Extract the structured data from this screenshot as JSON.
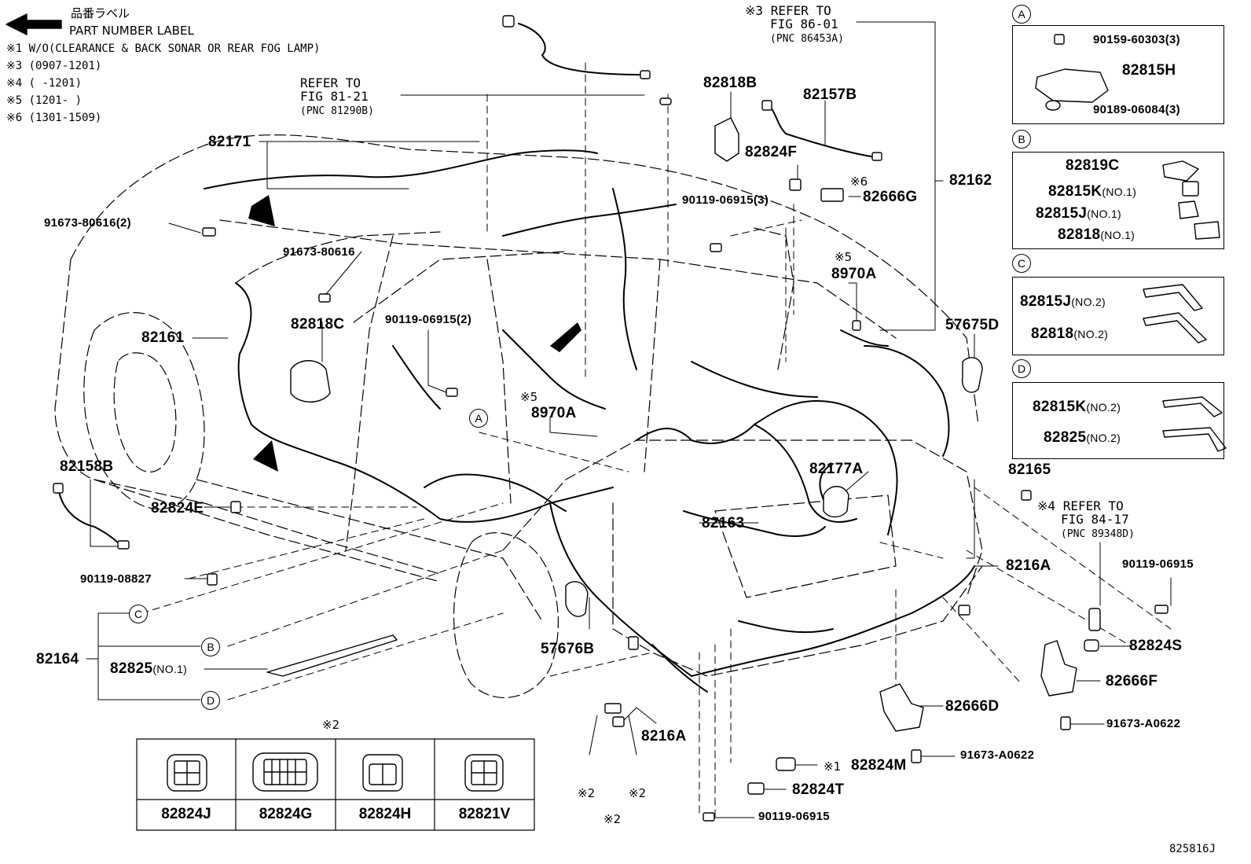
{
  "header": {
    "label_jp": "品番ラベル",
    "label_en": "PART NUMBER LABEL",
    "notes": [
      "※1 W/O(CLEARANCE & BACK SONAR OR REAR FOG LAMP)",
      "※3 (0907-1201)",
      "※4 (      -1201)",
      "※5 (1201-       )",
      "※6 (1301-1509)"
    ]
  },
  "refs": {
    "fig86": {
      "mark": "※3",
      "line1": "REFER TO",
      "line2": "FIG 86-01",
      "line3": "(PNC 86453A)"
    },
    "fig81": {
      "line1": "REFER TO",
      "line2": "FIG 81-21",
      "line3": "(PNC 81290B)"
    },
    "fig84": {
      "mark": "※4",
      "line1": "REFER TO",
      "line2": "FIG 84-17",
      "line3": "(PNC 89348D)"
    }
  },
  "parts": {
    "p82171": "82171",
    "p91673_80616_2": "91673-80616(2)",
    "p91673_80616": "91673-80616",
    "p82161": "82161",
    "p82818C": "82818C",
    "p90119_06915_2": "90119-06915(2)",
    "p82158B": "82158B",
    "p82824E": "82824E",
    "p90119_08827": "90119-08827",
    "p82164": "82164",
    "p82825_no1": "82825",
    "p82825_no1_sfx": "(NO.1)",
    "p8970A_left": "8970A",
    "p8970A_right": "8970A",
    "p82818B": "82818B",
    "p82157B": "82157B",
    "p82824F": "82824F",
    "p90119_06915_3": "90119-06915(3)",
    "p82666G": "82666G",
    "p82162": "82162",
    "p57675D": "57675D",
    "p82177A": "82177A",
    "p82163": "82163",
    "p82165": "82165",
    "p8216A_right": "8216A",
    "p8216A_bottom": "8216A",
    "p90119_06915_r": "90119-06915",
    "p82824S": "82824S",
    "p82666F": "82666F",
    "p91673_A0622_r": "91673-A0622",
    "p82666D": "82666D",
    "p91673_A0622_b": "91673-A0622",
    "p82824M": "82824M",
    "p82824T": "82824T",
    "p90119_06915_b": "90119-06915",
    "p57676B": "57676B",
    "mark1": "※1",
    "mark2": "※2",
    "mark5": "※5",
    "mark6": "※6"
  },
  "inset_A": {
    "letter": "A",
    "items": [
      "90159-60303(3)",
      "82815H",
      "90189-06084(3)"
    ]
  },
  "inset_B": {
    "letter": "B",
    "items": [
      {
        "part": "82819C",
        "sfx": ""
      },
      {
        "part": "82815K",
        "sfx": "(NO.1)"
      },
      {
        "part": "82815J",
        "sfx": "(NO.1)"
      },
      {
        "part": "82818",
        "sfx": "(NO.1)"
      }
    ]
  },
  "inset_C": {
    "letter": "C",
    "items": [
      {
        "part": "82815J",
        "sfx": "(NO.2)"
      },
      {
        "part": "82818",
        "sfx": "(NO.2)"
      }
    ]
  },
  "inset_D": {
    "letter": "D",
    "items": [
      {
        "part": "82815K",
        "sfx": "(NO.2)"
      },
      {
        "part": "82825",
        "sfx": "(NO.2)"
      }
    ]
  },
  "callouts": {
    "A": "A",
    "B": "B",
    "C": "C",
    "D": "D"
  },
  "connector_table": {
    "mark": "※2",
    "parts": [
      "82824J",
      "82824G",
      "82824H",
      "82821V"
    ]
  },
  "figure_code": "825816J"
}
